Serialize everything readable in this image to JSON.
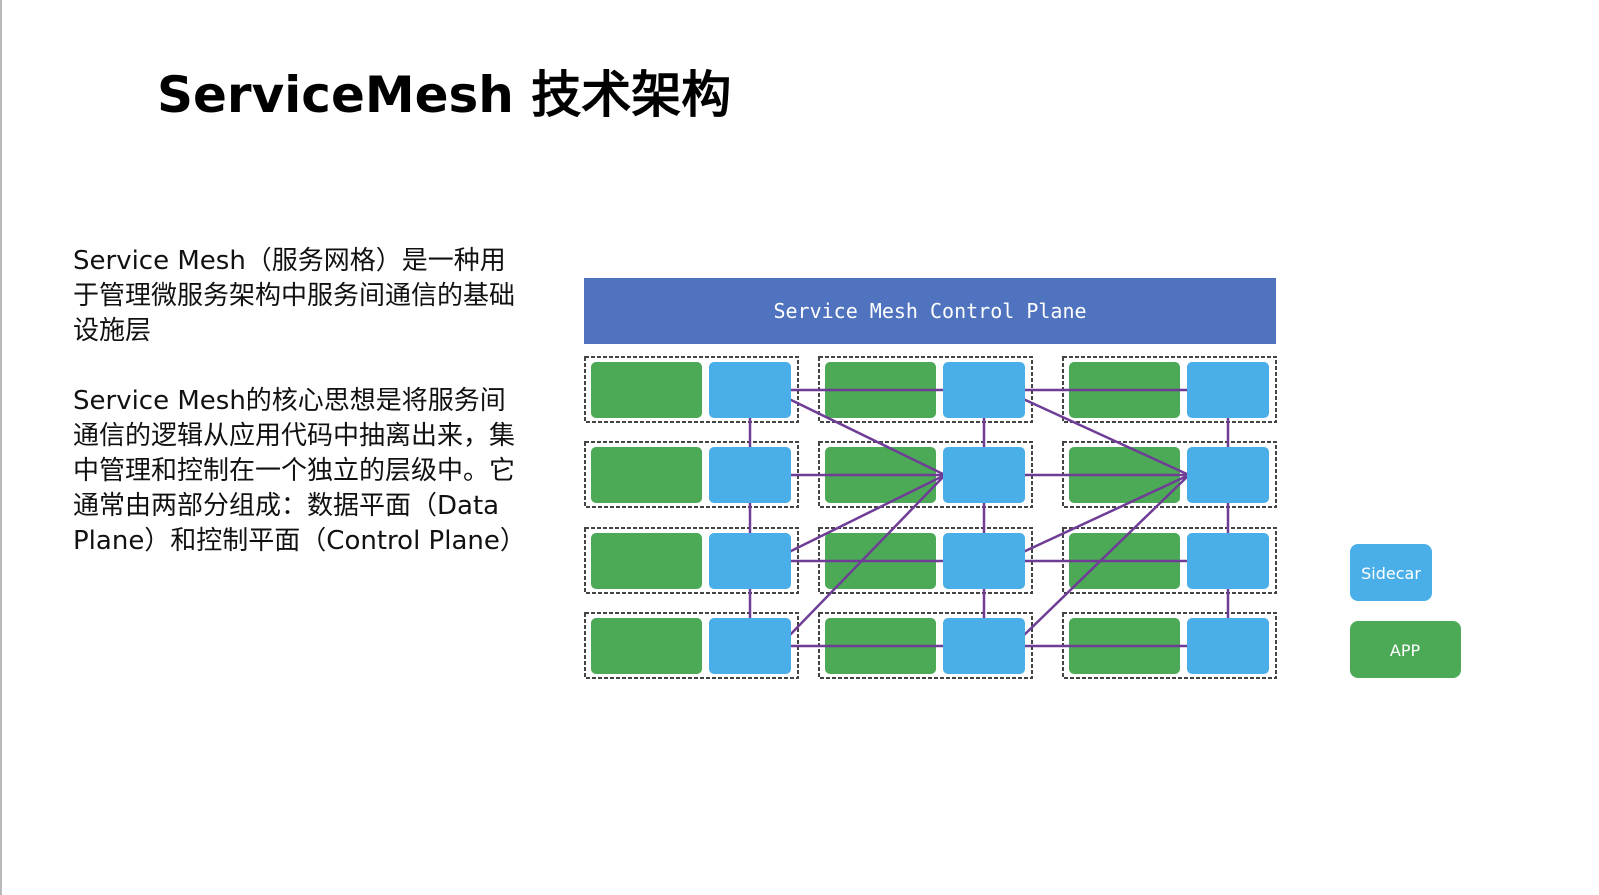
{
  "title": "ServiceMesh 技术架构",
  "paragraphs": [
    "Service Mesh（服务网格）是一种用于管理微服务架构中服务间通信的基础设施层",
    "Service Mesh的核心思想是将服务间通信的逻辑从应用代码中抽离出来，集中管理和控制在一个独立的层级中。它通常由两部分组成：数据平面（Data Plane）和控制平面（Control Plane）"
  ],
  "diagram": {
    "control_plane_label": "Service Mesh Control Plane",
    "legend": {
      "sidecar_label": "Sidecar",
      "app_label": "APP"
    },
    "colors": {
      "control_plane": "#4f73be",
      "app": "#4caa57",
      "sidecar": "#4aaee8",
      "link": "#6f3d96",
      "pod_border": "#444444"
    },
    "grid": {
      "rows": 4,
      "columns": 3
    }
  }
}
